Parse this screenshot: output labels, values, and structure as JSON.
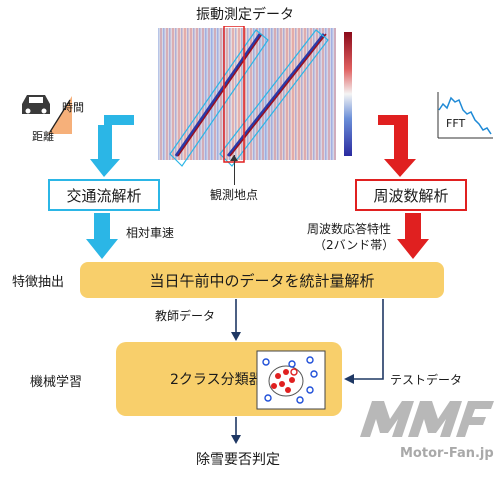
{
  "title": "振動測定データ",
  "observation_point": "観測地点",
  "legend": {
    "time": "時間",
    "distance": "距離"
  },
  "fft_label": "FFT",
  "traffic_analysis": "交通流解析",
  "frequency_analysis": "周波数解析",
  "relative_speed": "相対車速",
  "frequency_response": {
    "line1": "周波数応答特性",
    "line2": "（2バンド帯）"
  },
  "feature_extraction": "特徴抽出",
  "stats_analysis": "当日午前中のデータを統計量解析",
  "teacher_data": "教師データ",
  "machine_learning": "機械学習",
  "classifier": "2クラス分類器",
  "test_data": "テストデータ",
  "decision": "除雪要否判定",
  "watermark": "Motor-Fan.jp",
  "colors": {
    "cyan": "#2bb6e6",
    "red": "#e02020",
    "box_fill": "#f8cf6b",
    "dark_arrow": "#1f3864"
  }
}
